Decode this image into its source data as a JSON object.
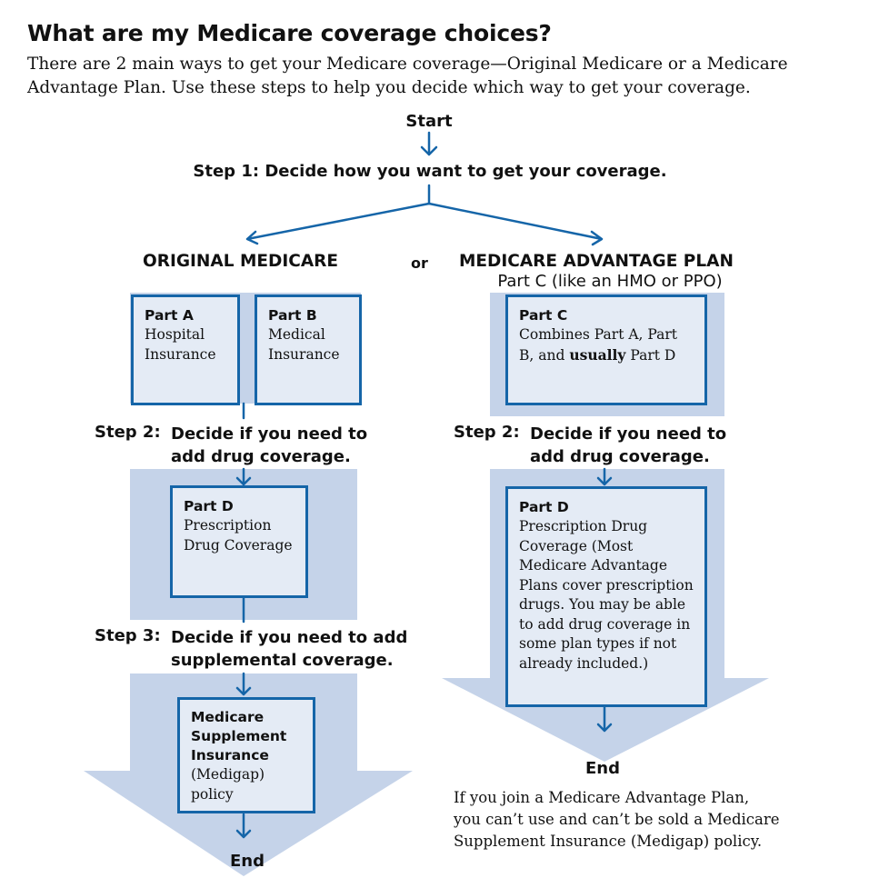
{
  "title": "What are my Medicare coverage choices?",
  "intro": "There are 2 main ways to get your Medicare coverage—Original Medicare or a Medicare Advantage Plan. Use these steps to help you decide which way to get your coverage.",
  "start_label": "Start",
  "step1": "Step 1: Decide how you want to get your coverage.",
  "connector_or": "or",
  "original": {
    "heading": "ORIGINAL MEDICARE",
    "part_a": {
      "title": "Part A",
      "body": "Hospital Insurance"
    },
    "part_b": {
      "title": "Part B",
      "body": "Medical Insurance"
    },
    "step2_num": "Step 2:",
    "step2_text": "Decide if you need to add drug coverage.",
    "part_d": {
      "title": "Part D",
      "body": "Prescription Drug Coverage"
    },
    "step3_num": "Step 3:",
    "step3_text": "Decide if you need to add supplemental coverage.",
    "medigap": {
      "title": "Medicare Supplement Insurance",
      "body": "(Medigap) policy"
    },
    "end_label": "End"
  },
  "advantage": {
    "heading": "MEDICARE ADVANTAGE PLAN",
    "subheading": "Part C (like an HMO or PPO)",
    "part_c": {
      "title": "Part C",
      "body_before": "Combines Part A, Part B, and ",
      "body_bold": "usually",
      "body_after": " Part D"
    },
    "step2_num": "Step 2:",
    "step2_text": "Decide if you need to add drug coverage.",
    "part_d": {
      "title": "Part D",
      "body": "Prescription Drug Coverage (Most Medicare Advantage Plans cover prescription drugs. You may be able to add drug coverage in some plan types if not already included.)"
    },
    "end_label": "End",
    "note": "If you join a Medicare Advantage Plan, you can’t use and can’t be sold a Medicare Supplement Insurance (Medigap) policy."
  },
  "colors": {
    "arrow": "#1565a8",
    "band": "#c5d3e9",
    "box_fill": "#e4ebf5",
    "box_border": "#1565a8"
  }
}
